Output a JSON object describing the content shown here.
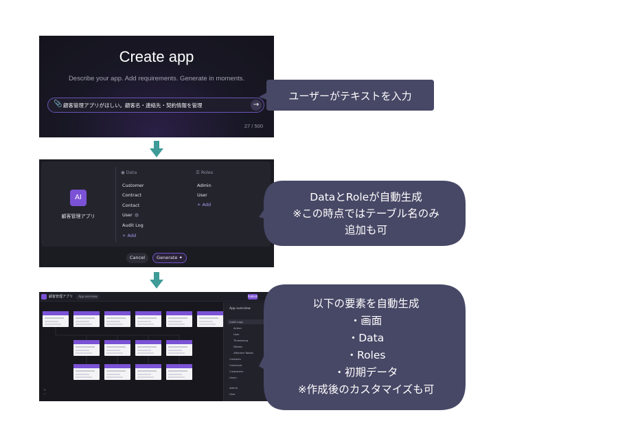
{
  "panel1": {
    "title": "Create app",
    "subtitle": "Describe your app. Add requirements. Generate in moments.",
    "input_value": "顧客管理アプリがほしい。顧客名・連絡先・契約情報を管理",
    "char_count": "27 / 500",
    "icons": [
      "paperclip-icon",
      "arrow-right-icon"
    ]
  },
  "panel2": {
    "ai_badge": "AI",
    "app_name": "顧客管理アプリ",
    "data_heading": "Data",
    "data_items": [
      "Customer",
      "Contract",
      "Contact",
      "User",
      "Audit Log"
    ],
    "roles_heading": "Roles",
    "roles_items": [
      "Admin",
      "User"
    ],
    "add_label": "+ Add",
    "cancel_label": "Cancel",
    "generate_label": "Generate"
  },
  "panel3": {
    "app_name": "顧客管理アプリ",
    "tab_label": "App overview",
    "publish_label": "Publish",
    "sidebar_title": "App overview",
    "sidebar_items": [
      "Audit Logs",
      "Action",
      "User",
      "Timestamp",
      "Details",
      "Affected Tables",
      "Contacts",
      "Contracts",
      "Customers",
      "Users",
      "Admin",
      "User"
    ]
  },
  "callouts": {
    "c1": "ユーザーがテキストを入力",
    "c2": [
      "DataとRoleが自動生成",
      "※この時点ではテーブル名のみ",
      "追加も可"
    ],
    "c3": [
      "以下の要素を自動生成",
      "・画面",
      "・Data",
      "・Roles",
      "・初期データ",
      "※作成後のカスタマイズも可"
    ]
  },
  "colors": {
    "callout_fill": "#474766",
    "arrow": "#3e9b98",
    "accent": "#7b52d6"
  }
}
